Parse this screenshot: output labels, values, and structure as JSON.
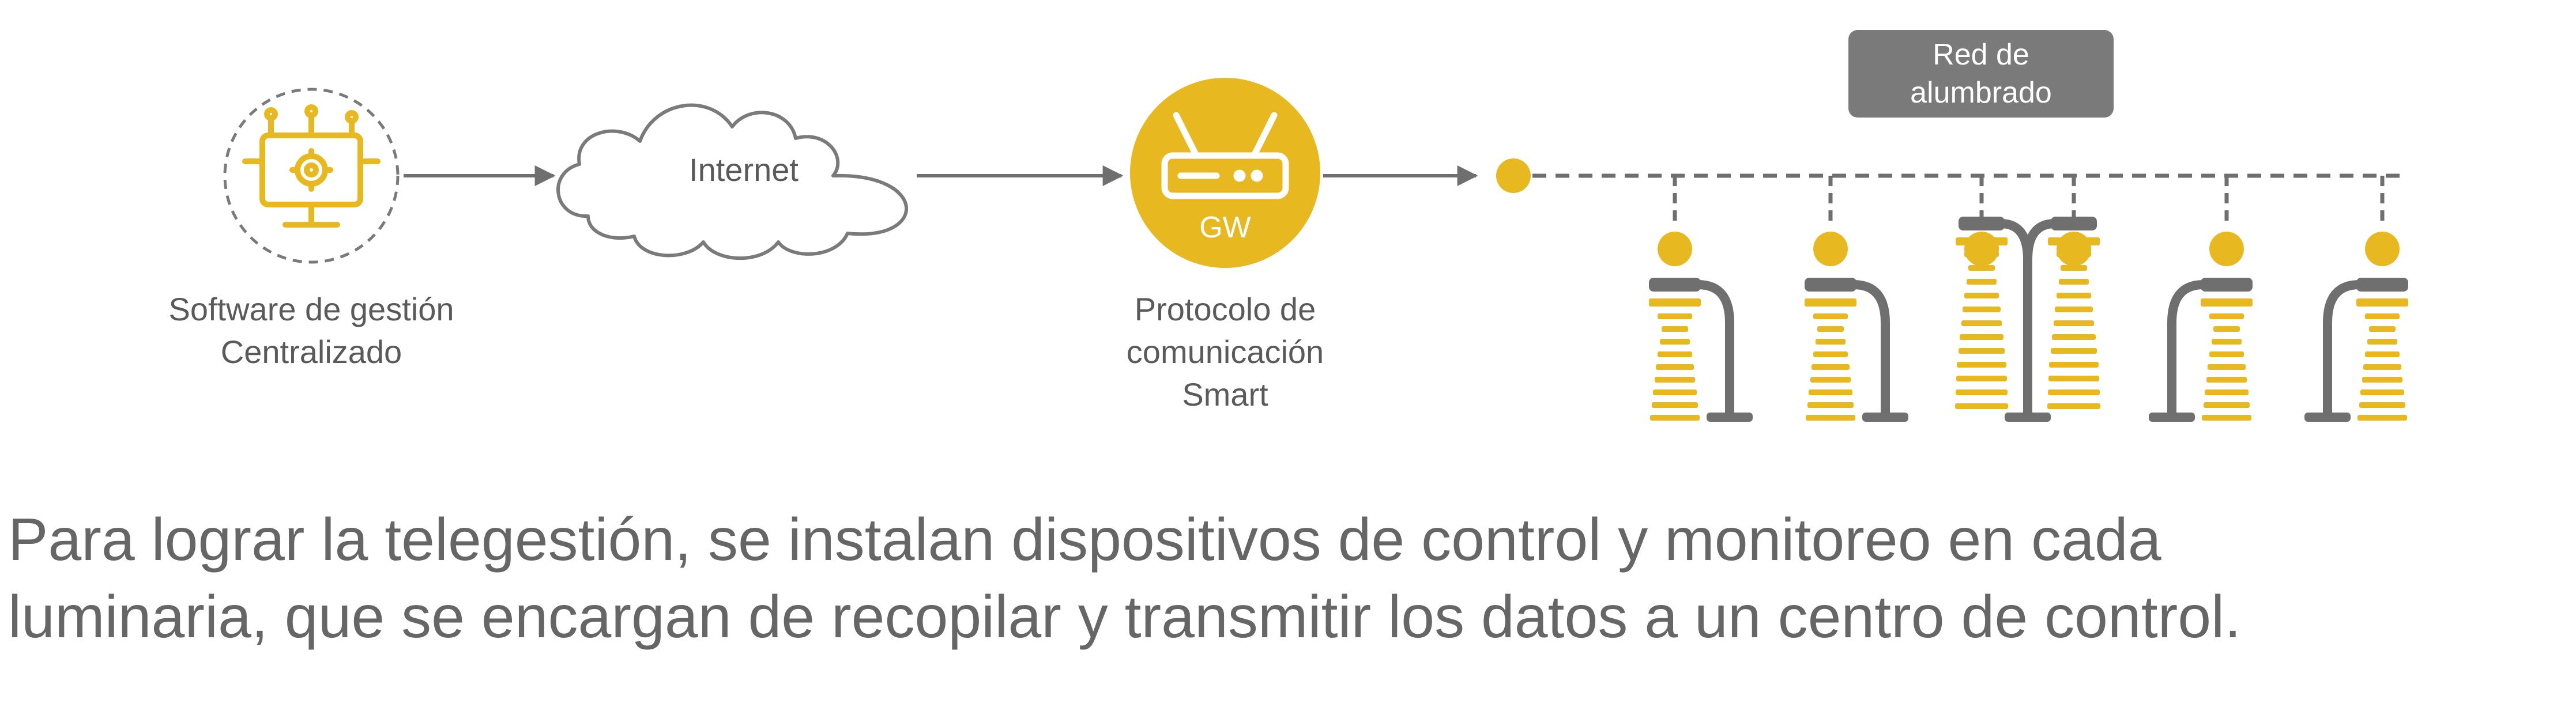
{
  "colors": {
    "accent": "#E8B820",
    "line": "#6f6f6f",
    "text": "#5a5a5a",
    "badge": "#7a7a7a"
  },
  "nodes": {
    "software": {
      "label_line1": "Software de gestión",
      "label_line2": "Centralizado",
      "icon": "monitor-gear-icon"
    },
    "internet": {
      "label": "Internet",
      "icon": "cloud-icon"
    },
    "gateway": {
      "badge": "GW",
      "label_line1": "Protocolo de",
      "label_line2": "comunicación",
      "label_line3": "Smart",
      "icon": "router-icon"
    },
    "network": {
      "label_line1": "Red de",
      "label_line2": "alumbrado",
      "icon": "street-lamp-icon"
    }
  },
  "caption": {
    "line1": "Para lograr la telegestión, se instalan dispositivos de control y monitoreo en cada",
    "line2": "luminaria, que se encargan de recopilar y transmitir los datos a un centro de control."
  }
}
